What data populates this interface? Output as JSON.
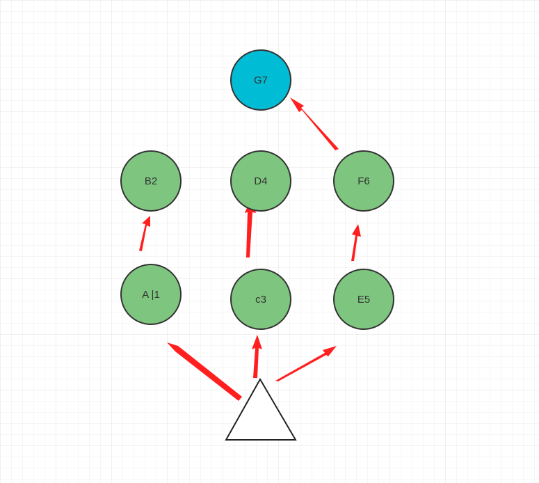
{
  "colors": {
    "canvas_background": "#ffffff",
    "grid_line": "#e8e8e8",
    "node_green_fill": "#7ec67f",
    "node_cyan_fill": "#00bcd4",
    "node_stroke": "#333333",
    "arrow": "#ff1f1f",
    "triangle_stroke": "#222222",
    "triangle_fill": "#ffffff"
  },
  "nodes": {
    "a": {
      "label": "A |1"
    },
    "b": {
      "label": "B2"
    },
    "c": {
      "label": "c3"
    },
    "d": {
      "label": "D4"
    },
    "e": {
      "label": "E5"
    },
    "f": {
      "label": "F6"
    },
    "g": {
      "label": "G7"
    }
  },
  "edges": [
    {
      "from": "triangle",
      "to": "a"
    },
    {
      "from": "triangle",
      "to": "c"
    },
    {
      "from": "triangle",
      "to": "e"
    },
    {
      "from": "a",
      "to": "b"
    },
    {
      "from": "c",
      "to": "d"
    },
    {
      "from": "e",
      "to": "f"
    },
    {
      "from": "f",
      "to": "g"
    }
  ]
}
